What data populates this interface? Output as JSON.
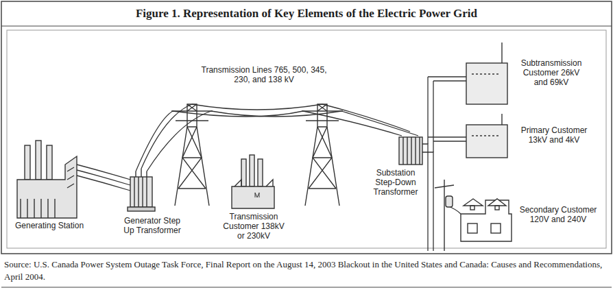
{
  "diagram": {
    "title": "Figure 1. Representation of Key Elements of the Electric Power Grid",
    "caption": "Source: U.S. Canada Power System Outage Task Force, Final Report on the August 14, 2003 Blackout in the United States and Canada: Causes and Recommendations, April 2004.",
    "labels": [
      "Transmission Lines 765, 500, 345, 230, and 138 kV",
      "Generating Station",
      "Generator Step Up Transformer",
      "Transmission Customer 138kV or 230kV",
      "Substation Step-Down Transformer",
      "Subtransmission Customer 26kV and 69kV",
      "Primary Customer 13kV and 4kV",
      "Secondary Customer 120V and 240V"
    ]
  }
}
